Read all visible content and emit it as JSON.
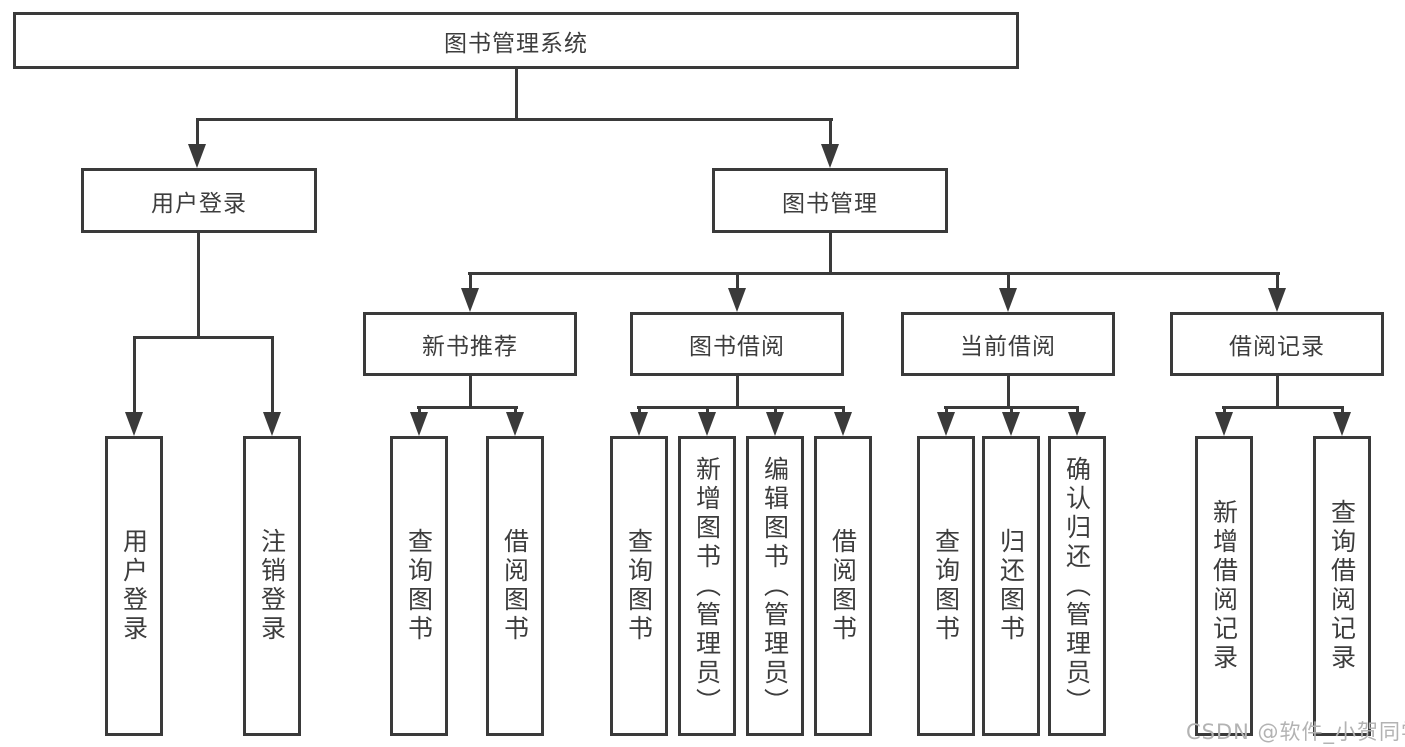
{
  "root": {
    "label": "图书管理系统"
  },
  "branches": {
    "user_login": {
      "label": "用户登录",
      "children": [
        {
          "label": "用户登录"
        },
        {
          "label": "注销登录"
        }
      ]
    },
    "book_mgmt": {
      "label": "图书管理",
      "children": [
        {
          "label": "新书推荐",
          "children": [
            {
              "label": "查询图书"
            },
            {
              "label": "借阅图书"
            }
          ]
        },
        {
          "label": "图书借阅",
          "children": [
            {
              "label": "查询图书"
            },
            {
              "label": "新增图书（管理员）"
            },
            {
              "label": "编辑图书（管理员）"
            },
            {
              "label": "借阅图书"
            }
          ]
        },
        {
          "label": "当前借阅",
          "children": [
            {
              "label": "查询图书"
            },
            {
              "label": "归还图书"
            },
            {
              "label": "确认归还（管理员）"
            }
          ]
        },
        {
          "label": "借阅记录",
          "children": [
            {
              "label": "新增借阅记录"
            },
            {
              "label": "查询借阅记录"
            }
          ]
        }
      ]
    }
  },
  "watermark": "CSDN @软件_小贺同学",
  "colors": {
    "line": "#3a3a3a",
    "text": "#3d3d3d",
    "background": "#ffffff",
    "watermark": "#b3b3b3"
  }
}
